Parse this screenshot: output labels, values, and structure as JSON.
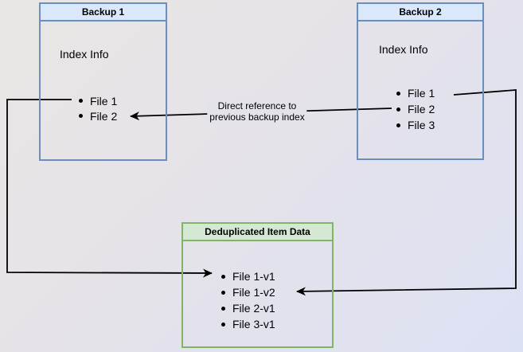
{
  "diagram": {
    "backup1": {
      "title": "Backup 1",
      "label": "Index Info",
      "files": [
        "File 1",
        "File 2"
      ]
    },
    "backup2": {
      "title": "Backup 2",
      "label": "Index Info",
      "files": [
        "File 1",
        "File 2",
        "File 3"
      ]
    },
    "dedup": {
      "title": "Deduplicated Item Data",
      "files": [
        "File 1-v1",
        "File 1-v2",
        "File 2-v1",
        "File 3-v1"
      ]
    },
    "edge_label": {
      "line1": "Direct reference to",
      "line2": "previous backup index"
    },
    "colors": {
      "blue_fill": "#dae8fc",
      "blue_border": "#6c8ebf",
      "green_fill": "#d5e8d4",
      "green_border": "#82b366",
      "connector": "#000000"
    }
  }
}
